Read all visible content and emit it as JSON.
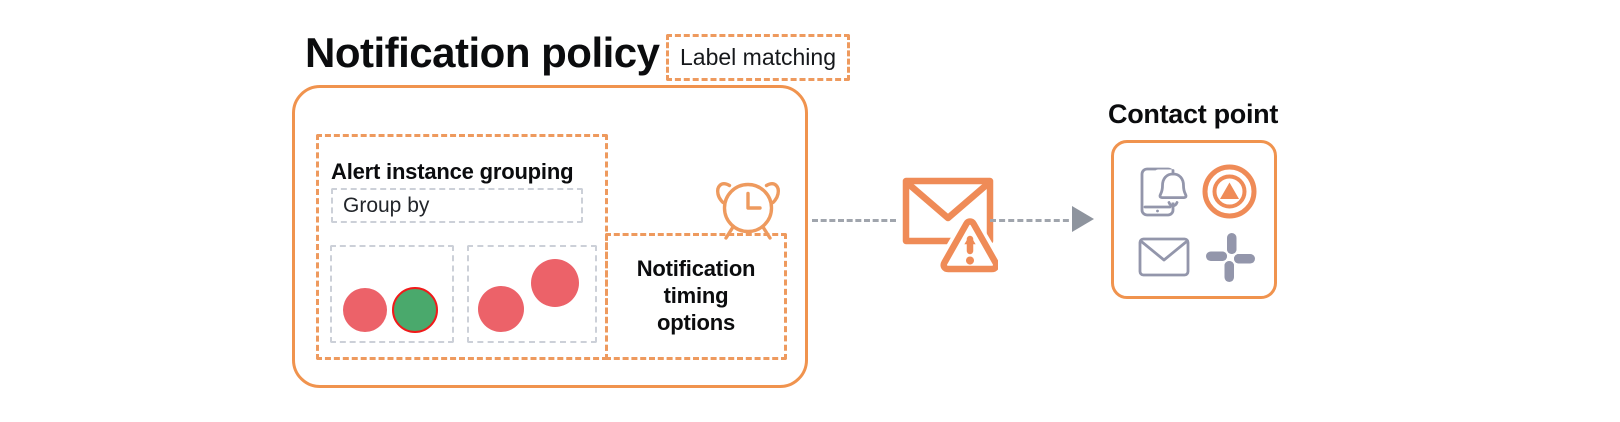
{
  "diagram": {
    "title": "Notification policy",
    "label_matching_chip": "Label matching",
    "contact_point_title": "Contact point",
    "grouping": {
      "title": "Alert instance grouping",
      "group_by_label": "Group by",
      "instance_groups": [
        {
          "name": "group-1",
          "dots": [
            {
              "state": "firing",
              "color": "#ec6269"
            },
            {
              "state": "resolved",
              "color": "#4aa96c",
              "ring_color": "#f01a1a"
            }
          ]
        },
        {
          "name": "group-2",
          "dots": [
            {
              "state": "firing",
              "color": "#ec6269"
            },
            {
              "state": "firing",
              "color": "#ec6269"
            }
          ]
        }
      ]
    },
    "timing": {
      "label": "Notification\ntiming\noptions"
    },
    "icons": {
      "alarm_clock": "alarm-clock-icon",
      "mail_alert": "mail-alert-icon",
      "arrow": "arrow-right-icon",
      "contact_points": [
        "mobile-push-bell-icon",
        "opsgenie-icon",
        "email-envelope-icon",
        "slack-icon"
      ]
    },
    "colors": {
      "accent_orange": "#f0934e",
      "dashed_orange": "#ee9a5e",
      "dashed_gray": "#ccd0d8",
      "connector_gray": "#a0a5ad",
      "arrow_gray": "#8e949e",
      "firing_red": "#ec6269",
      "resolved_green": "#4aa96c",
      "resolved_ring": "#f01a1a",
      "slack_gray": "#9396ab",
      "text_dark": "#0b0c0e"
    }
  }
}
